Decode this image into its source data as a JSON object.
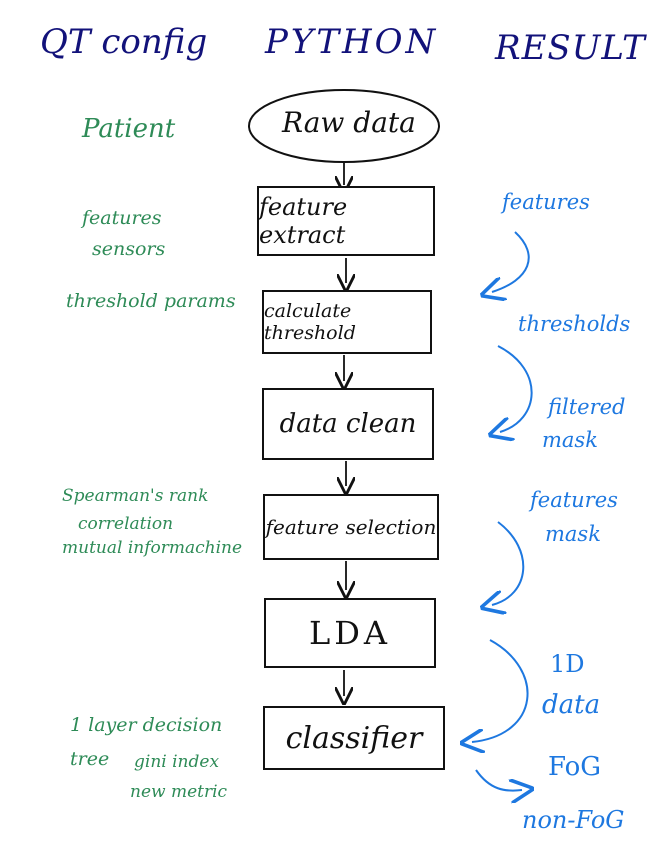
{
  "headers": {
    "qt_config": "QT config",
    "python": "PYTHON",
    "result": "RESULT"
  },
  "python_flow": {
    "start": "Raw data",
    "steps": [
      "feature extract",
      "calculate threshold",
      "data clean",
      "feature selection",
      "LDA",
      "classifier"
    ]
  },
  "qt_config_notes": {
    "patient": "Patient",
    "features": "features",
    "sensors": "sensors",
    "threshold_params": "threshold params",
    "spearman": "Spearman's rank",
    "correlation": "correlation",
    "mutual_info": "mutual informachine",
    "decision_tree": "1 layer decision",
    "tree": "tree",
    "gini": "gini index",
    "new_metric": "new metric"
  },
  "results": {
    "features": "features",
    "thresholds": "thresholds",
    "filtered": "filtered",
    "mask1": "mask",
    "features2": "features",
    "mask2": "mask",
    "one_d": "1D",
    "data": "data",
    "fog": "FoG",
    "non_fog": "non-FoG"
  },
  "colors": {
    "header": "#12127a",
    "config": "#2e8b57",
    "result": "#1e78e0",
    "ink": "#111111"
  }
}
